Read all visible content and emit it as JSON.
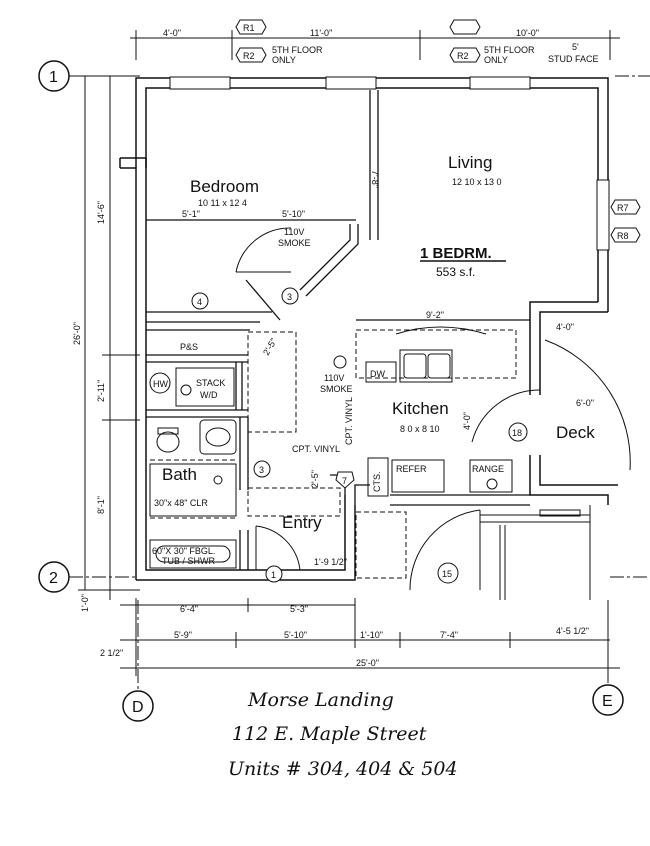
{
  "plan": {
    "grid_top": "1",
    "grid_bottom": "2",
    "grid_left_bottom": "D",
    "grid_right_bottom": "E",
    "top_dims": [
      "4'-0\"",
      "11'-0\"",
      "10'-0\""
    ],
    "top_dim_5": "5'",
    "stud_face": "STUD FACE",
    "r1": "R1",
    "r2": "R2",
    "fifth_floor_1": "5TH FLOOR",
    "only": "ONLY",
    "left_dims": [
      "14'-6\"",
      "26'-0\"",
      "2'-11\"",
      "8'-1\""
    ],
    "left_small_1": "1'-0\"",
    "left_small_2": "2 1/2\"",
    "bottom_dims_row1": [
      "6'-4\"",
      "5'-3\""
    ],
    "bottom_dims_row2": [
      "5'-9\"",
      "5'-10\"",
      "1'-10\"",
      "7'-4\"",
      "4'-5 1/2\""
    ],
    "overall_width": "25'-0\"",
    "rooms": {
      "bedroom": "Bedroom",
      "bedroom_size": "10 11 x 12 4",
      "living": "Living",
      "living_size": "12 10 x 13 0",
      "kitchen": "Kitchen",
      "kitchen_size": "8 0 x 8 10",
      "bath": "Bath",
      "entry": "Entry",
      "deck": "Deck"
    },
    "unit_type": "1 BEDRM.",
    "unit_area": "553 s.f.",
    "bedroom_dims": [
      "5'-1\"",
      "5'-10\""
    ],
    "smoke_bed": "110V",
    "smoke_bed2": "SMOKE",
    "smoke_hall": "110V",
    "smoke_hall2": "SMOKE",
    "living_dim": "7'-8\"",
    "kitchen_dims": [
      "9'-2\"",
      "4'-0\"",
      "6'-0\"",
      "4'-0\""
    ],
    "fixtures": {
      "dw": "DW",
      "hw": "HW",
      "stack": "STACK",
      "wd": "W/D",
      "ps": "P&S",
      "refer": "REFER",
      "range": "RANGE",
      "cts": "CTS.",
      "shower": "30\"x 48\" CLR",
      "tub": "60\"X 30\" FBGL.",
      "tub2": "TUB / SHWR",
      "cpt_vinyl": "CPT. VINYL",
      "cpt_vinyl_kitchen": "CPT. VINYL",
      "dim_25": "2'-5\"",
      "dim_25b": "2'-5\"",
      "dim_19": "1'-9 1/2\""
    },
    "tags": {
      "t4": "4",
      "t3a": "3",
      "t3b": "3",
      "t1": "1",
      "t7": "7",
      "t15": "15",
      "t18": "18",
      "r7": "R7",
      "r8": "R8"
    }
  },
  "caption": {
    "line1": "Morse Landing",
    "line2": "112 E. Maple Street",
    "line3": "Units # 304, 404 & 504"
  }
}
